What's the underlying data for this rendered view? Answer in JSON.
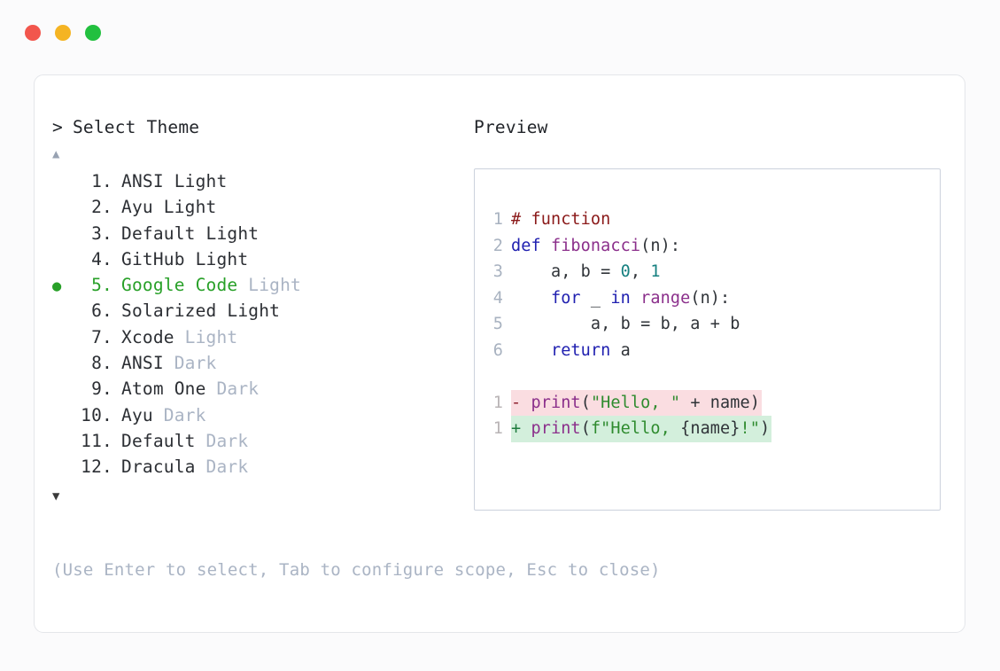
{
  "window": {
    "traffic_lights": [
      {
        "name": "close",
        "color": "#f2564d"
      },
      {
        "name": "minimize",
        "color": "#f5b423"
      },
      {
        "name": "maximize",
        "color": "#22c03f"
      }
    ]
  },
  "prompt": {
    "caret": ">",
    "label": "Select Theme"
  },
  "scroll": {
    "up": "▲",
    "down": "▼"
  },
  "selection": {
    "bullet": "●",
    "selected_index": 5,
    "accent_color": "#28a028"
  },
  "themes": [
    {
      "index": "1.",
      "name": "ANSI",
      "variant": "Light",
      "variant_muted": false,
      "selected": false
    },
    {
      "index": "2.",
      "name": "Ayu",
      "variant": "Light",
      "variant_muted": false,
      "selected": false
    },
    {
      "index": "3.",
      "name": "Default",
      "variant": "Light",
      "variant_muted": false,
      "selected": false
    },
    {
      "index": "4.",
      "name": "GitHub",
      "variant": "Light",
      "variant_muted": false,
      "selected": false
    },
    {
      "index": "5.",
      "name": "Google Code",
      "variant": "Light",
      "variant_muted": true,
      "selected": true
    },
    {
      "index": "6.",
      "name": "Solarized",
      "variant": "Light",
      "variant_muted": false,
      "selected": false
    },
    {
      "index": "7.",
      "name": "Xcode",
      "variant": "Light",
      "variant_muted": true,
      "selected": false
    },
    {
      "index": "8.",
      "name": "ANSI",
      "variant": "Dark",
      "variant_muted": true,
      "selected": false
    },
    {
      "index": "9.",
      "name": "Atom One",
      "variant": "Dark",
      "variant_muted": true,
      "selected": false
    },
    {
      "index": "10.",
      "name": "Ayu",
      "variant": "Dark",
      "variant_muted": true,
      "selected": false
    },
    {
      "index": "11.",
      "name": "Default",
      "variant": "Dark",
      "variant_muted": true,
      "selected": false
    },
    {
      "index": "12.",
      "name": "Dracula",
      "variant": "Dark",
      "variant_muted": true,
      "selected": false
    }
  ],
  "hint": "(Use Enter to select, Tab to configure scope, Esc to close)",
  "preview": {
    "title": "Preview",
    "lines": [
      {
        "num": "1",
        "tokens": [
          {
            "t": "# function",
            "c": "t-com"
          }
        ]
      },
      {
        "num": "2",
        "tokens": [
          {
            "t": "def ",
            "c": "t-kw"
          },
          {
            "t": "fibonacci",
            "c": "t-fn"
          },
          {
            "t": "(n):",
            "c": "t-pln"
          }
        ]
      },
      {
        "num": "3",
        "tokens": [
          {
            "t": "    a, b = ",
            "c": "t-pln"
          },
          {
            "t": "0",
            "c": "t-num"
          },
          {
            "t": ", ",
            "c": "t-pln"
          },
          {
            "t": "1",
            "c": "t-num"
          }
        ]
      },
      {
        "num": "4",
        "tokens": [
          {
            "t": "    ",
            "c": "t-pln"
          },
          {
            "t": "for",
            "c": "t-kw"
          },
          {
            "t": " _ ",
            "c": "t-pln"
          },
          {
            "t": "in",
            "c": "t-kw"
          },
          {
            "t": " ",
            "c": "t-pln"
          },
          {
            "t": "range",
            "c": "t-fn"
          },
          {
            "t": "(n):",
            "c": "t-pln"
          }
        ]
      },
      {
        "num": "5",
        "tokens": [
          {
            "t": "        a, b = b, a + b",
            "c": "t-pln"
          }
        ]
      },
      {
        "num": "6",
        "tokens": [
          {
            "t": "    ",
            "c": "t-pln"
          },
          {
            "t": "return",
            "c": "t-kw"
          },
          {
            "t": " a",
            "c": "t-pln"
          }
        ]
      }
    ],
    "diff": [
      {
        "num": "1",
        "kind": "del",
        "marker": "-",
        "bg": "#fadde1",
        "tokens": [
          {
            "t": "print",
            "c": "t-fn"
          },
          {
            "t": "(",
            "c": "t-pln"
          },
          {
            "t": "\"Hello, \"",
            "c": "t-str"
          },
          {
            "t": " + name)",
            "c": "t-pln"
          }
        ]
      },
      {
        "num": "1",
        "kind": "add",
        "marker": "+",
        "bg": "#d3efdc",
        "tokens": [
          {
            "t": "print",
            "c": "t-fn"
          },
          {
            "t": "(",
            "c": "t-pln"
          },
          {
            "t": "f\"Hello, ",
            "c": "t-str"
          },
          {
            "t": "{name}",
            "c": "t-pln"
          },
          {
            "t": "!\"",
            "c": "t-str"
          },
          {
            "t": ")",
            "c": "t-pln"
          }
        ]
      }
    ]
  }
}
